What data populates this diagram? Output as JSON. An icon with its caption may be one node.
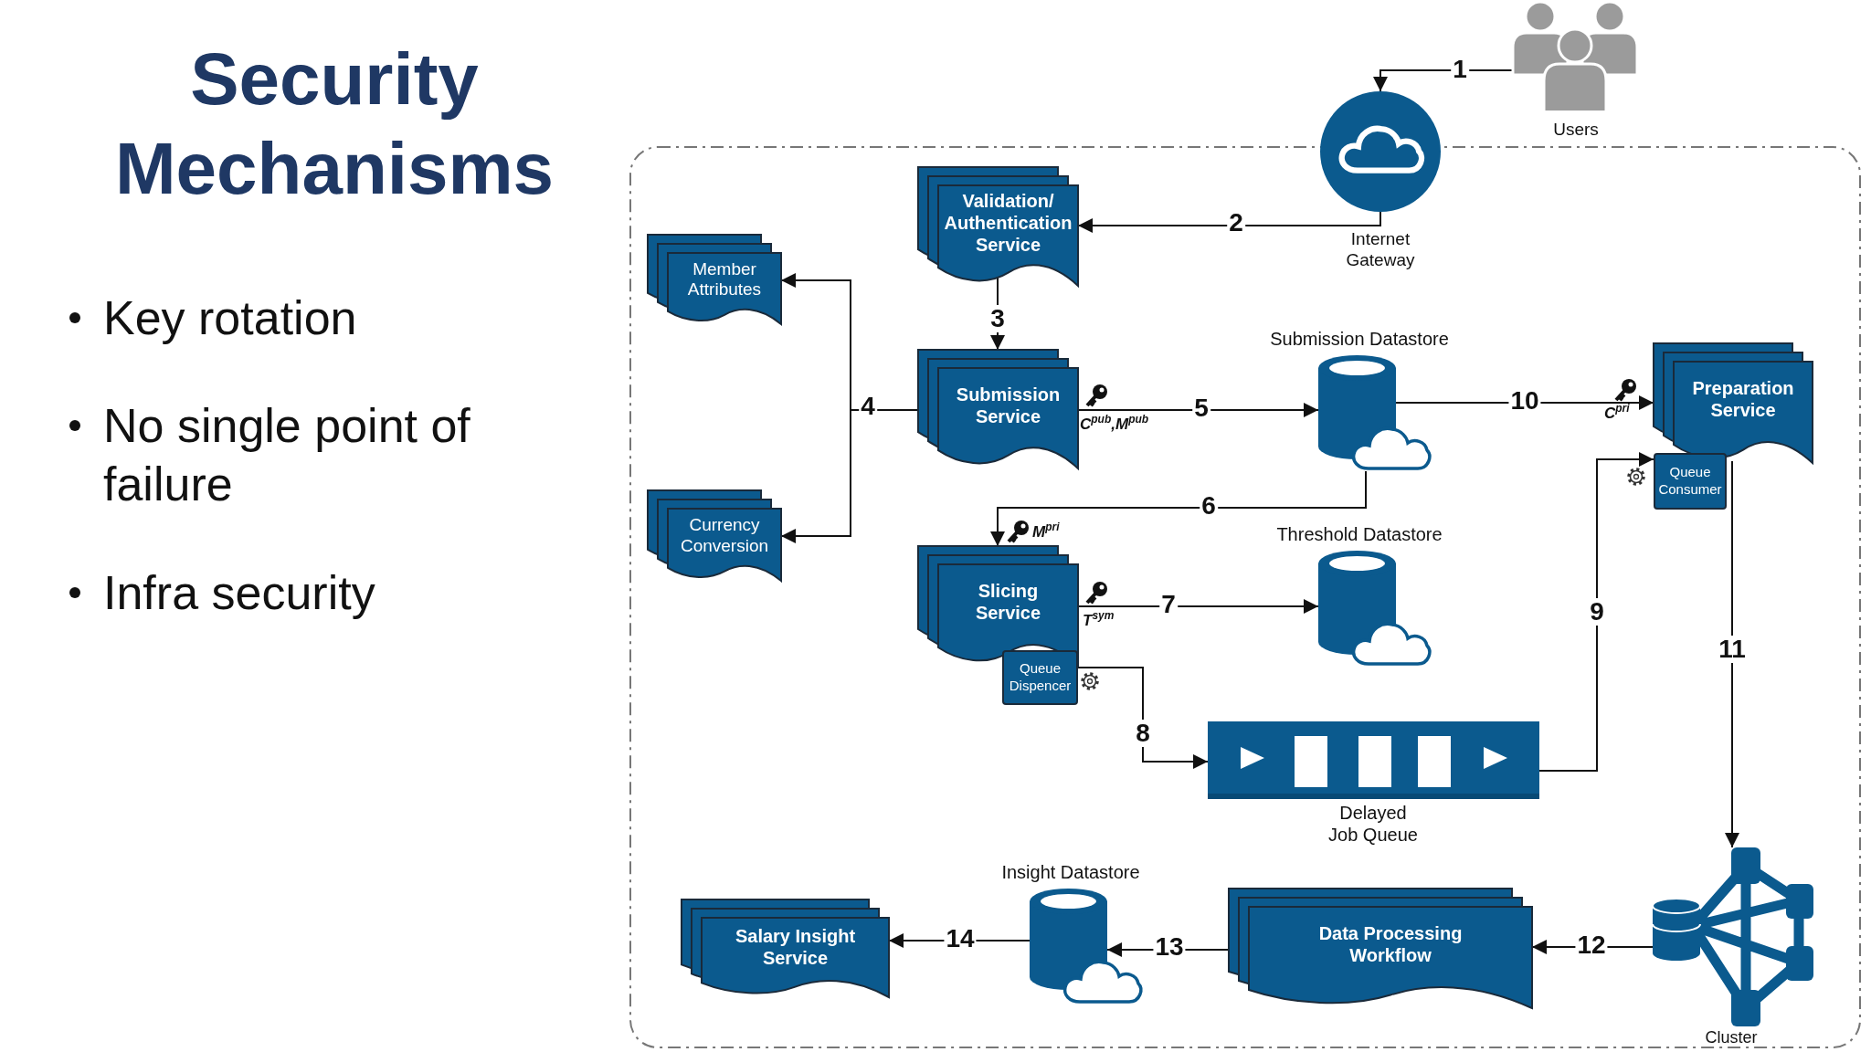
{
  "diagram": {
    "title": "Security Mechanisms",
    "nodes": [
      {
        "text": [
          "Users"
        ]
      },
      {
        "text": [
          "Internet Gateway"
        ]
      },
      {
        "text": [
          "Validation/ Authentication Service"
        ]
      },
      {
        "text": [
          "Member Attributes"
        ]
      },
      {
        "text": [
          "Submission Service"
        ]
      },
      {
        "text": [
          "Currency Conversion"
        ]
      },
      {
        "text": [
          "Submission Datastore"
        ]
      },
      {
        "text": [
          "Preparation Service"
        ]
      },
      {
        "text": [
          "Queue Consumer"
        ]
      },
      {
        "text": [
          "Slicing Service"
        ]
      },
      {
        "text": [
          "Queue Dispencer"
        ]
      },
      {
        "text": [
          "Threshold Datastore"
        ]
      },
      {
        "text": [
          "Delayed Job Queue"
        ]
      },
      {
        "text": [
          "Cluster"
        ]
      },
      {
        "text": [
          "Data Processing Workflow"
        ]
      },
      {
        "text": [
          "Insight Datastore"
        ]
      },
      {
        "text": [
          "Salary Insight Service"
        ]
      }
    ],
    "edges": [
      {
        "from": 0,
        "to": 1,
        "arrow": "to",
        "label": "1"
      },
      {
        "from": 1,
        "to": 2,
        "arrow": "to",
        "label": "2"
      },
      {
        "from": 2,
        "to": 4,
        "arrow": "to",
        "label": "3"
      },
      {
        "from": 4,
        "to": 3,
        "arrow": "to",
        "label": "4"
      },
      {
        "from": 4,
        "to": 5,
        "arrow": "to"
      },
      {
        "from": 4,
        "to": 6,
        "arrow": "to",
        "label": "5"
      },
      {
        "from": 6,
        "to": 7,
        "arrow": "to",
        "label": "10"
      },
      {
        "from": 6,
        "to": 9,
        "arrow": "to",
        "label": "6"
      },
      {
        "from": 9,
        "to": 11,
        "arrow": "to",
        "label": "7"
      },
      {
        "from": 10,
        "to": 12,
        "arrow": "to",
        "label": "8"
      },
      {
        "from": 12,
        "to": 8,
        "arrow": "to",
        "label": "9"
      },
      {
        "from": 7,
        "to": 13,
        "arrow": "to",
        "label": "11"
      },
      {
        "from": 13,
        "to": 14,
        "arrow": "to",
        "label": "12"
      },
      {
        "from": 14,
        "to": 15,
        "arrow": "to",
        "label": "13"
      },
      {
        "from": 15,
        "to": 16,
        "arrow": "to",
        "label": "14"
      }
    ],
    "labels": [
      "Key rotation",
      "No single point of failure",
      "Infra security",
      "C$^{pub}$,M$^{pub}$",
      "C$^{pri}$",
      "M$^{pri}$",
      "T$^{sym}$"
    ]
  }
}
